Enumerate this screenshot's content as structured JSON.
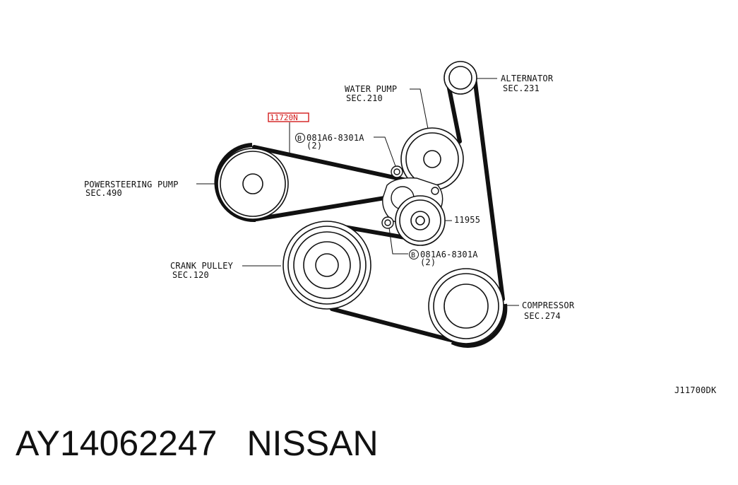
{
  "diagram": {
    "part_ref_highlighted": "11720N",
    "drawing_code": "J11700DK",
    "components": {
      "alternator": {
        "name": "ALTERNATOR",
        "section": "SEC.231"
      },
      "water_pump": {
        "name": "WATER PUMP",
        "section": "SEC.210"
      },
      "powersteering_pump": {
        "name": "POWERSTEERING PUMP",
        "section": "SEC.490"
      },
      "crank_pulley": {
        "name": "CRANK PULLEY",
        "section": "SEC.120"
      },
      "compressor": {
        "name": "COMPRESSOR",
        "section": "SEC.274"
      },
      "idler": {
        "part": "11955"
      }
    },
    "bolts": {
      "upper": {
        "symbol": "B",
        "part": "081A6-8301A",
        "qty": "(2)"
      },
      "lower": {
        "symbol": "B",
        "part": "081A6-8301A",
        "qty": "(2)"
      }
    }
  },
  "footer": {
    "part_number": "AY14062247",
    "brand": "NISSAN"
  },
  "colors": {
    "highlight": "#d21c1c",
    "ink": "#111111"
  }
}
